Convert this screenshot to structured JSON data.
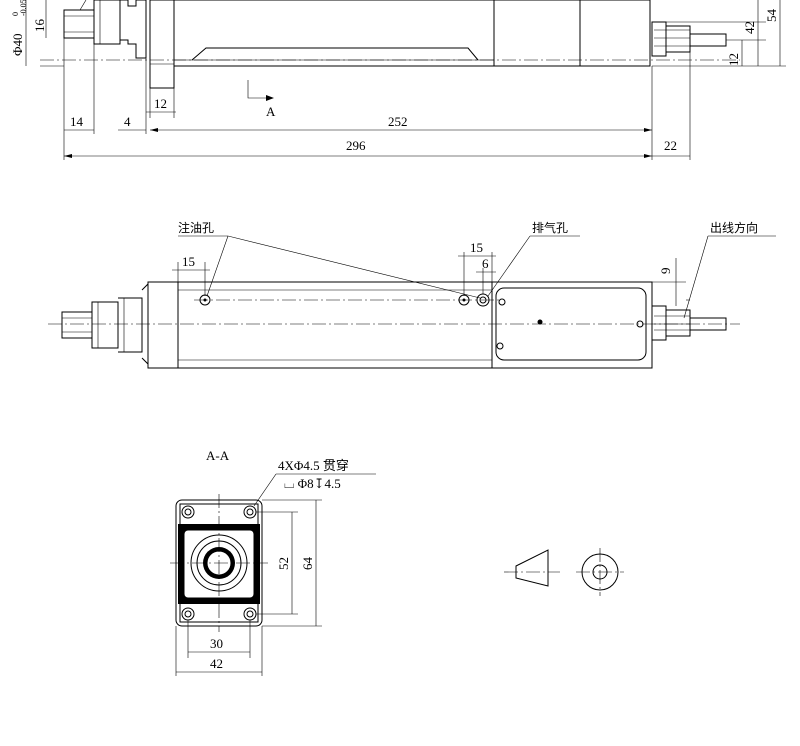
{
  "top_view": {
    "dims": {
      "d40": "Φ40",
      "d40_tol_upper": "0",
      "d40_tol_lower": "-0.05",
      "d16": "16",
      "d12_flange": "12",
      "d14": "14",
      "d4": "4",
      "d252": "252",
      "d296": "296",
      "d22": "22",
      "d42": "42",
      "d54": "54",
      "d12_cable": "12"
    },
    "section_label": "A"
  },
  "side_view": {
    "labels": {
      "oil_hole": "注油孔",
      "vent_hole": "排气孔",
      "cable_direction": "出线方向"
    },
    "dims": {
      "d15_left": "15",
      "d15_right": "15",
      "d6": "6",
      "d9": "9"
    }
  },
  "section_view": {
    "title": "A-A",
    "callout_line1": "4XΦ4.5 贯穿",
    "callout_line2": "⌴ Φ8↧4.5",
    "dims": {
      "d52": "52",
      "d64": "64",
      "d30": "30",
      "d42": "42"
    }
  },
  "projection_symbol": {
    "name": "first-angle-projection"
  }
}
